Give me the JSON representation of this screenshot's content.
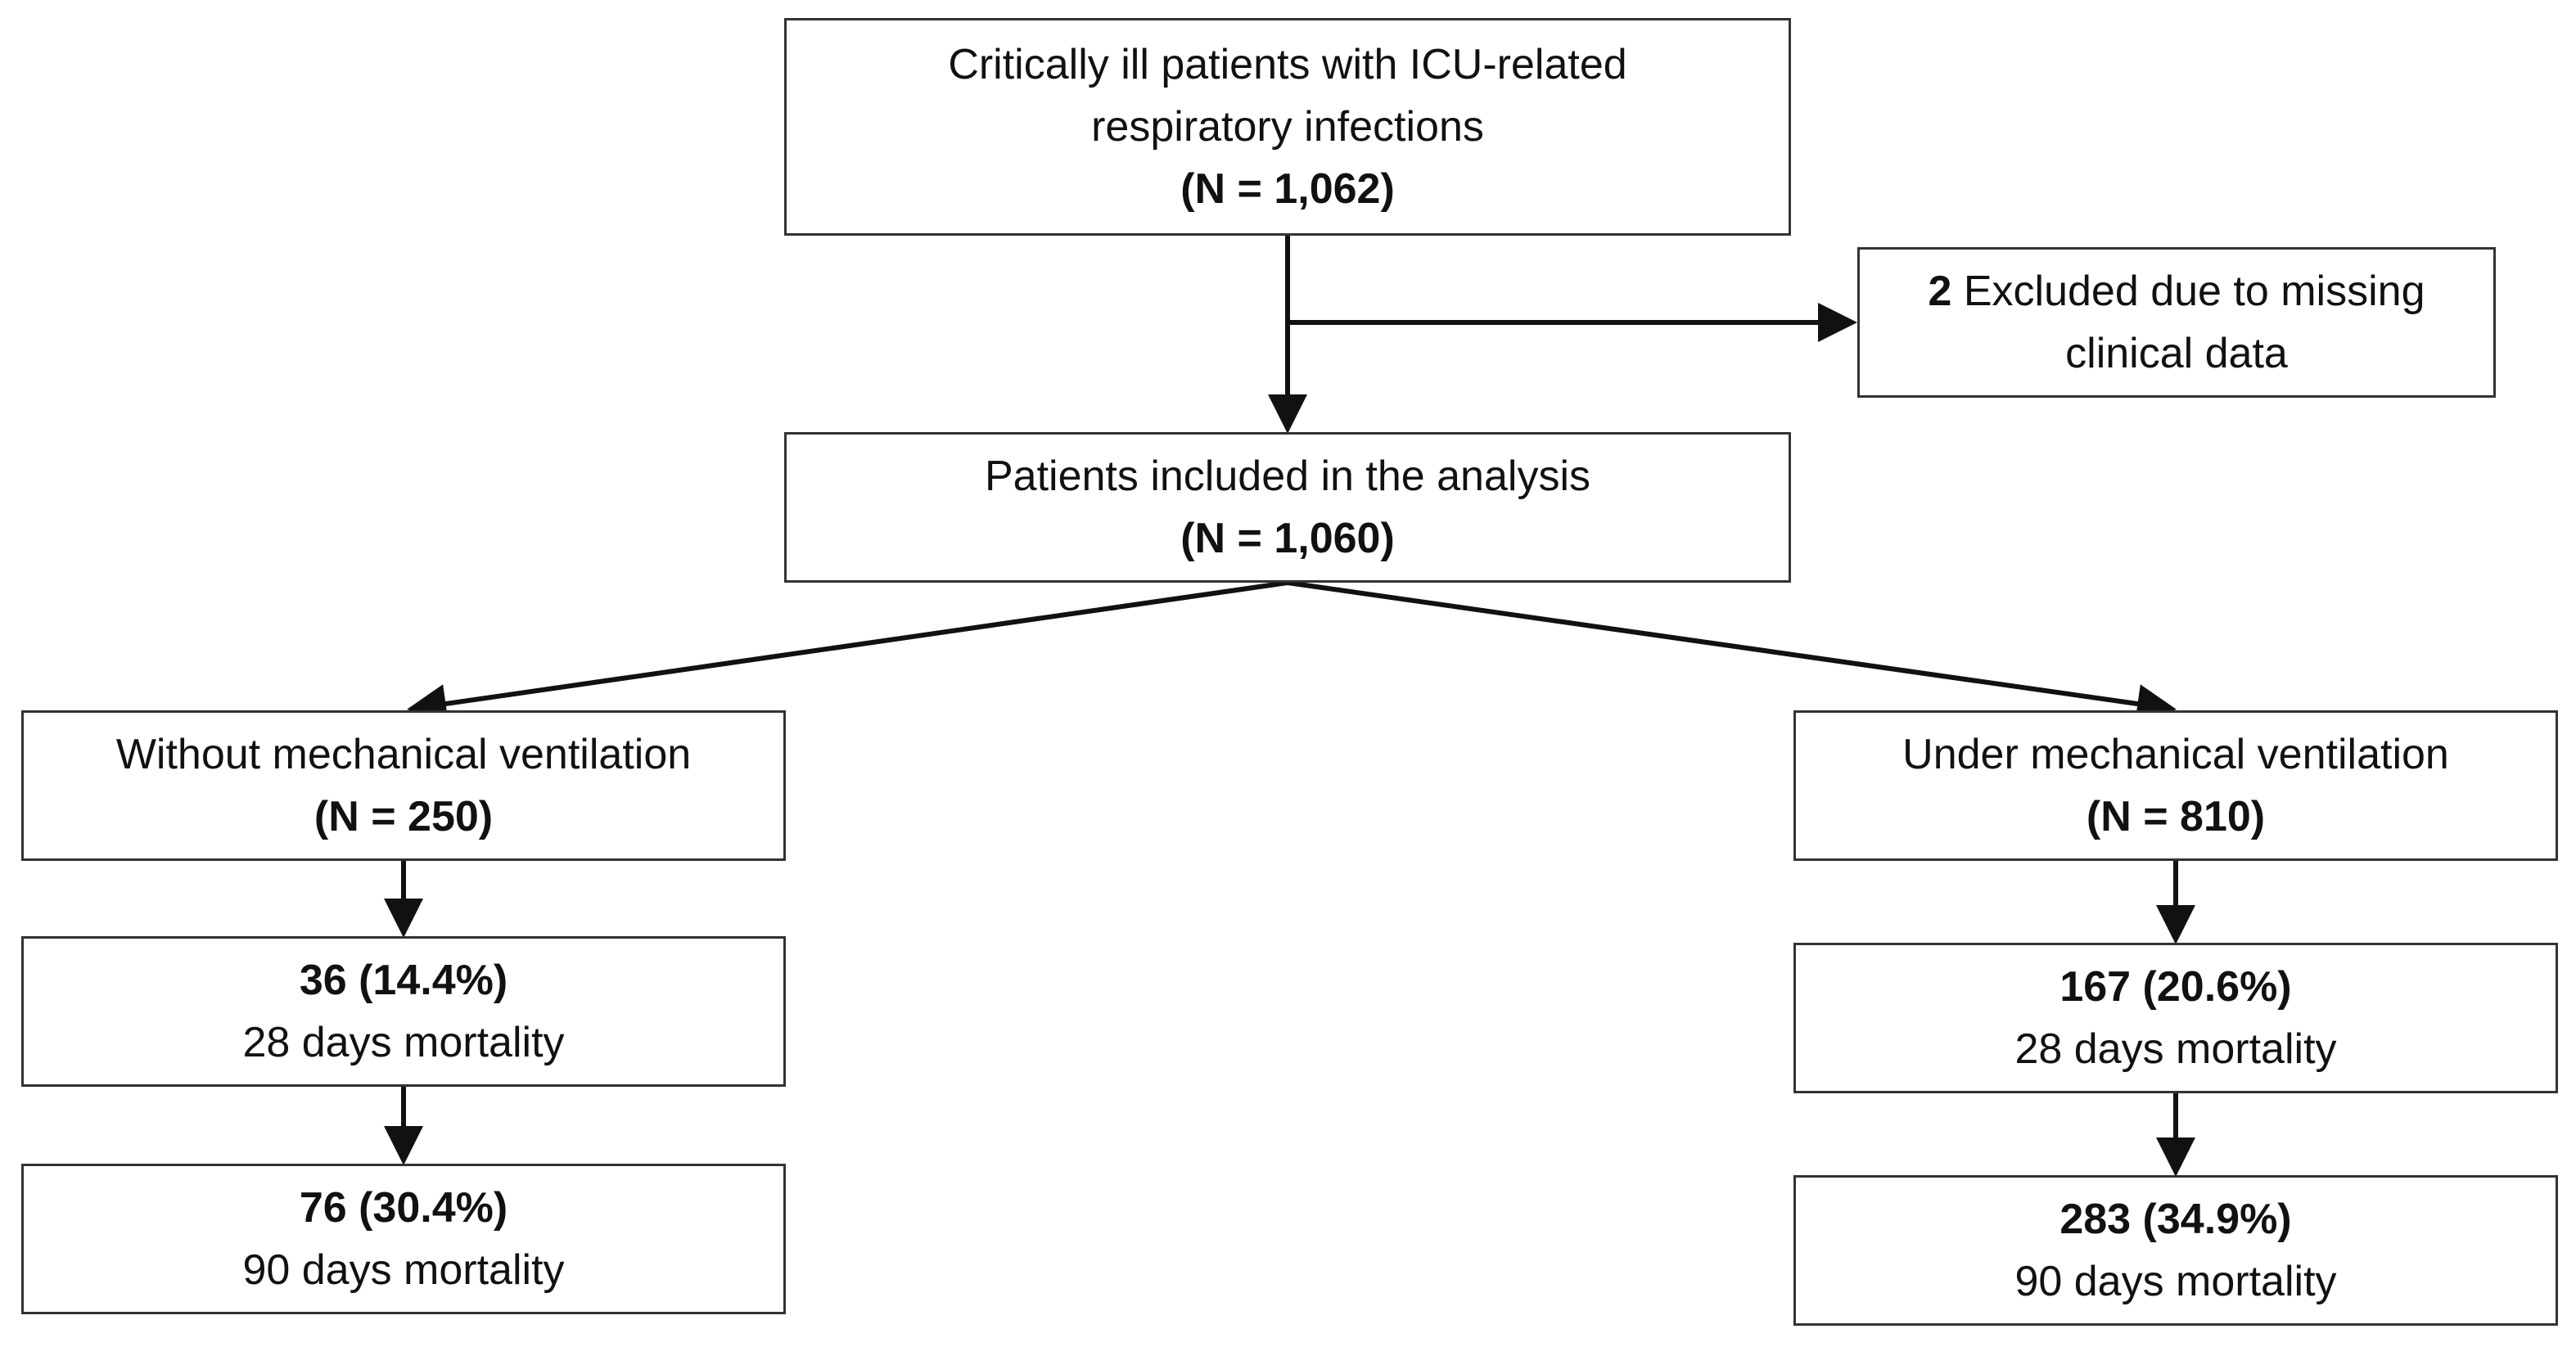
{
  "flowchart": {
    "population": {
      "line1": "Critically ill patients with ICU-related",
      "line2": "respiratory infections",
      "count": "(N = 1,062)"
    },
    "excluded": {
      "count": "2",
      "line1_rest": " Excluded due to missing",
      "line2": "clinical data"
    },
    "included": {
      "line1": "Patients included in the analysis",
      "count": "(N = 1,060)"
    },
    "without_mv": {
      "label": "Without mechanical ventilation",
      "count": "(N = 250)",
      "mortality_28": {
        "value": "36 (14.4%)",
        "label": "28 days mortality"
      },
      "mortality_90": {
        "value": "76 (30.4%)",
        "label": "90 days mortality"
      }
    },
    "with_mv": {
      "label": "Under mechanical ventilation",
      "count": "(N = 810)",
      "mortality_28": {
        "value": "167 (20.6%)",
        "label": "28 days mortality"
      },
      "mortality_90": {
        "value": "283 (34.9%)",
        "label": "90 days mortality"
      }
    }
  },
  "colors": {
    "border": "#333333",
    "line": "#111111",
    "text": "#111111",
    "background": "#ffffff"
  }
}
